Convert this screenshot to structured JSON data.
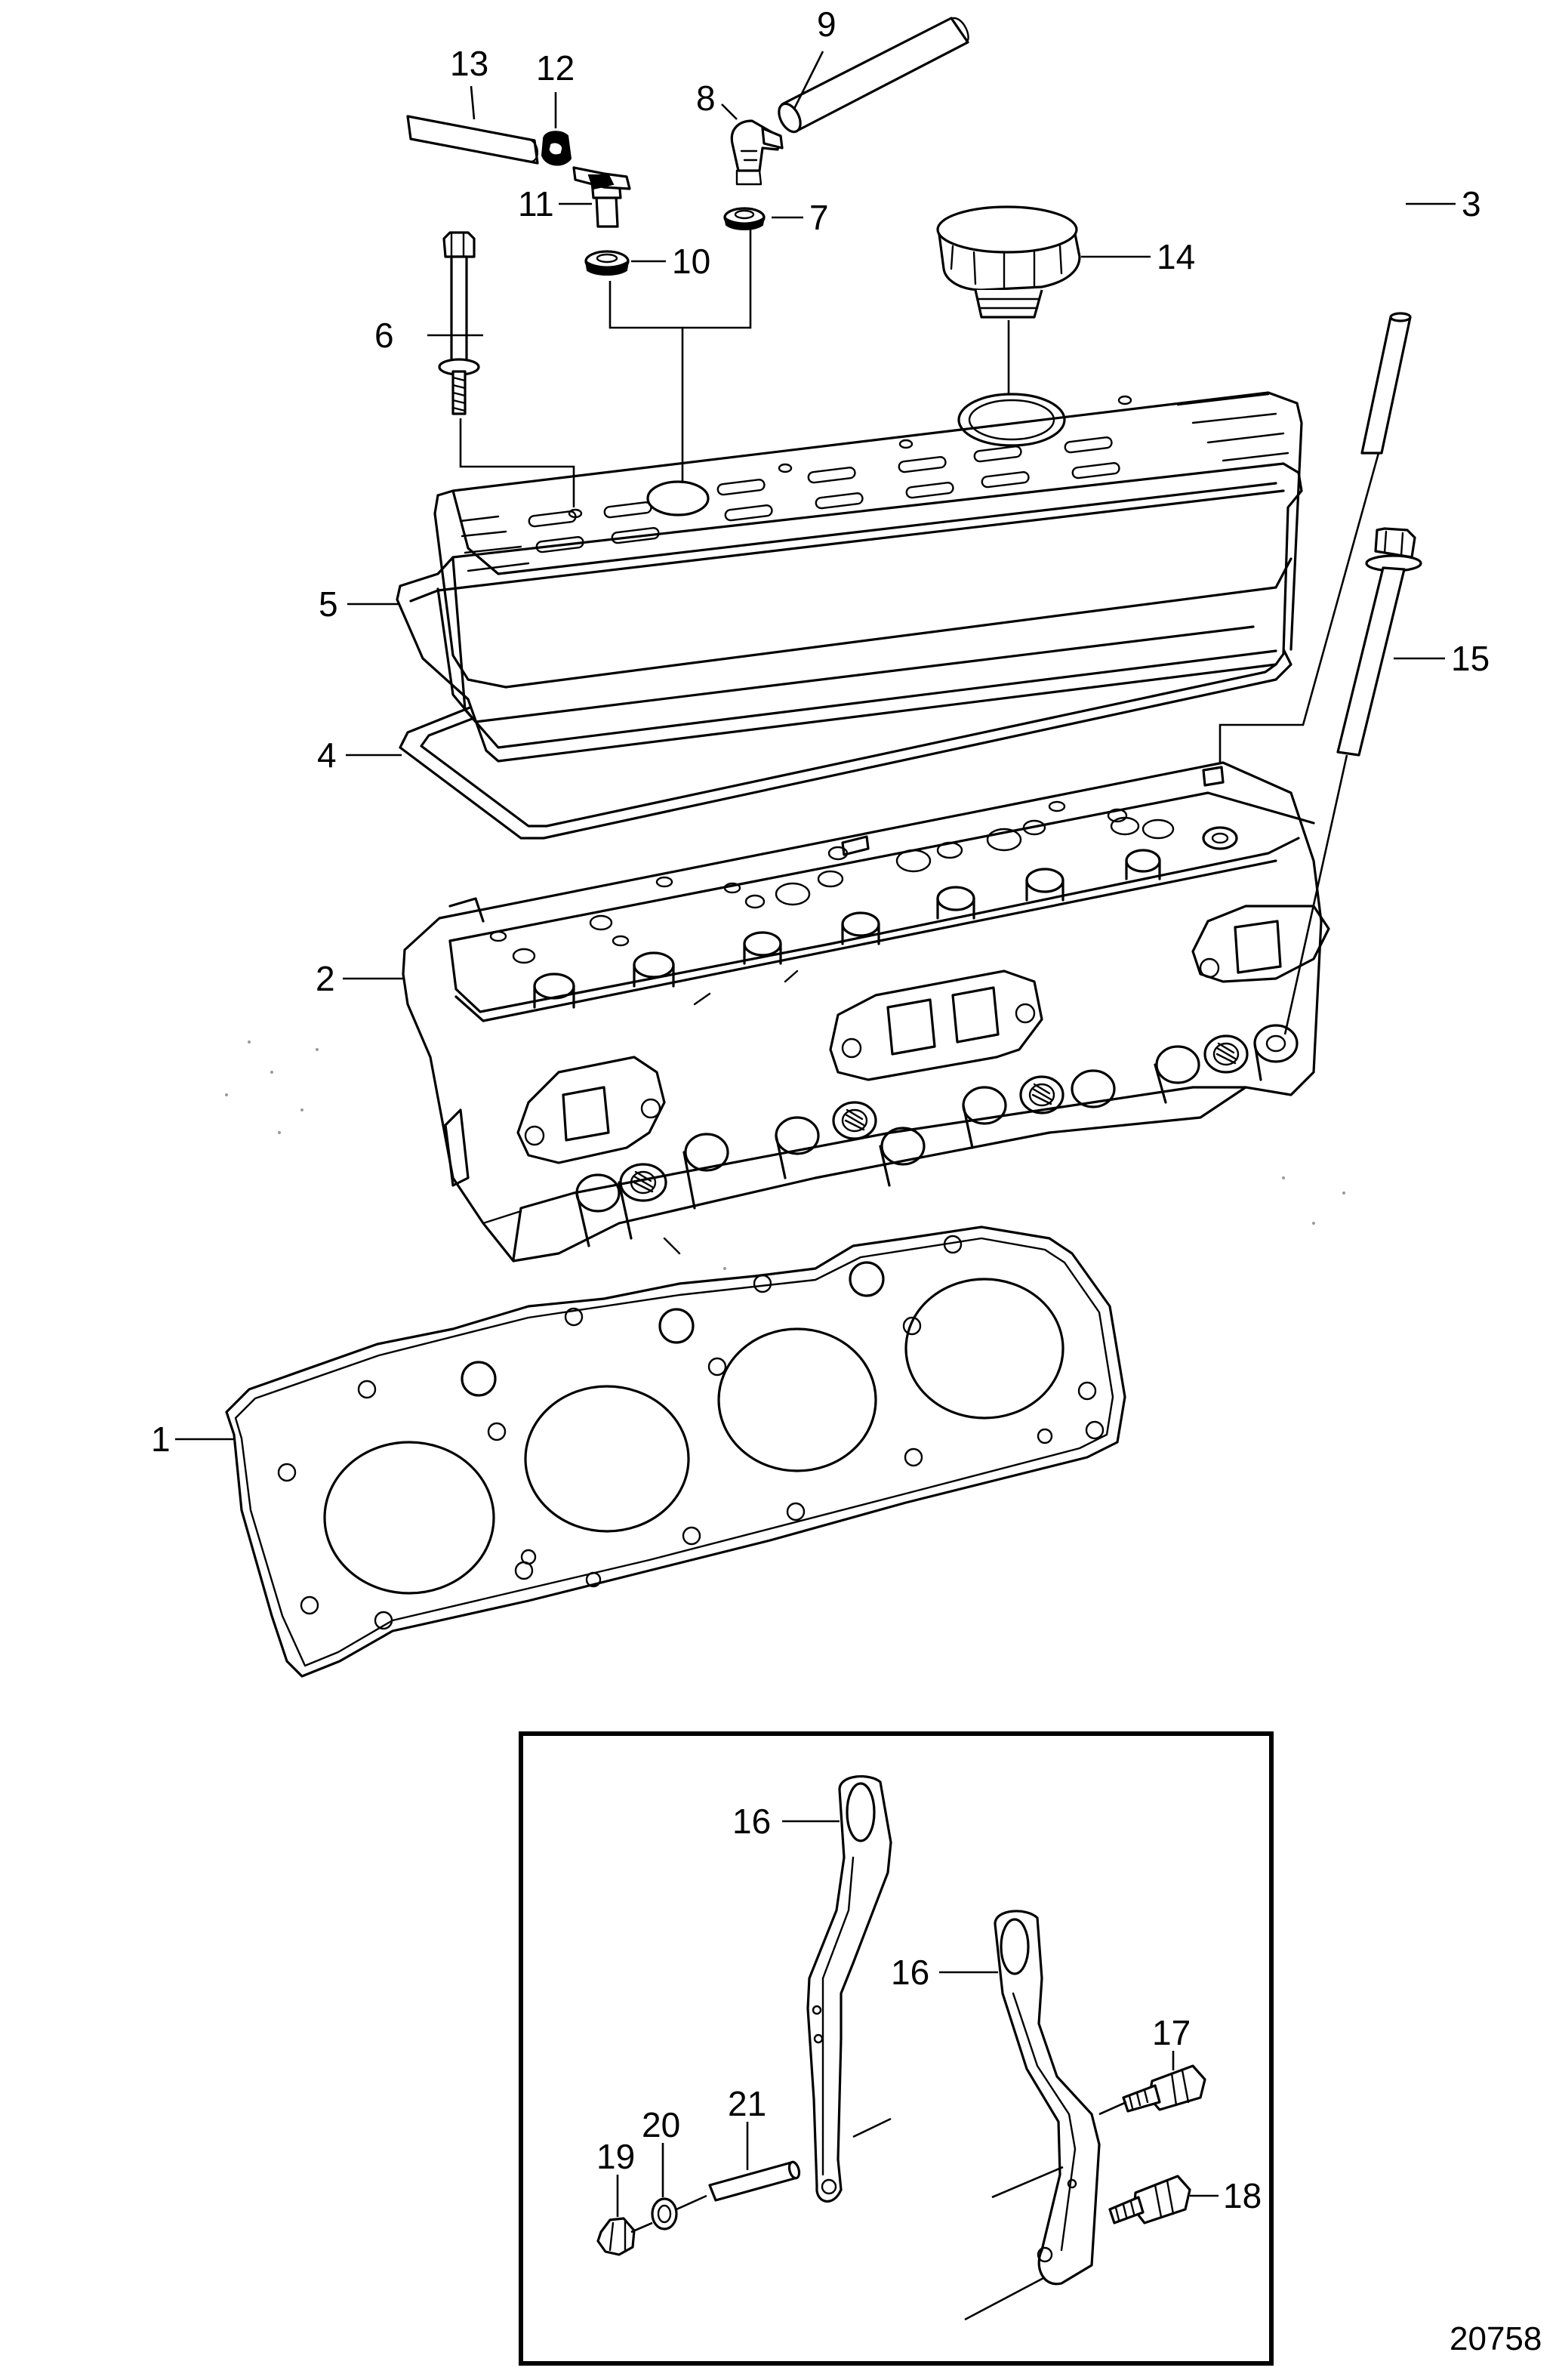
{
  "diagram": {
    "reference_number": "20758",
    "callouts": {
      "p1": "1",
      "p2": "2",
      "p3": "3",
      "p4": "4",
      "p5": "5",
      "p6": "6",
      "p7": "7",
      "p8": "8",
      "p9": "9",
      "p10": "10",
      "p11": "11",
      "p12": "12",
      "p13": "13",
      "p14": "14",
      "p15": "15",
      "p16a": "16",
      "p16b": "16",
      "p17": "17",
      "p18": "18",
      "p19": "19",
      "p20": "20",
      "p21": "21"
    }
  }
}
